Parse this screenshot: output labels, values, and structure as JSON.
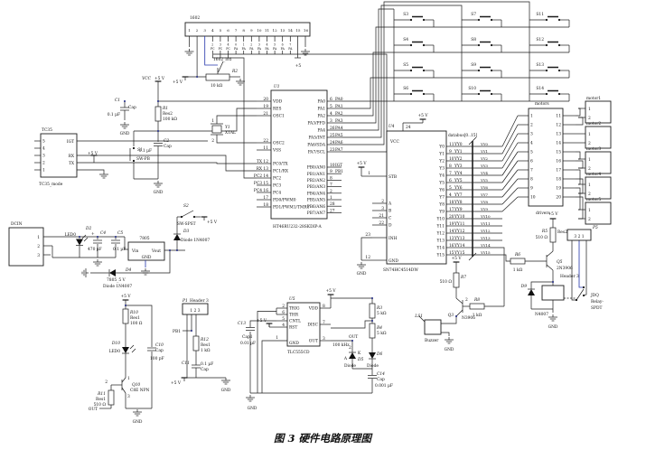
{
  "title": "图 3  硬件电路原理图",
  "colors": {
    "wire": "#1b1b1b",
    "accent_blue": "#2233aa",
    "text": "#111111"
  },
  "misc": {
    "supply": "+5 V",
    "gnd": "GND"
  },
  "lcd": {
    "ref": "1602",
    "net": "1602_lcd",
    "supply_right": "+5",
    "pot_ref": "R2",
    "pot_value": "10 kΩ",
    "pin_numbers": [
      "1",
      "2",
      "3",
      "4",
      "5",
      "6",
      "7",
      "8",
      "9",
      "10",
      "11",
      "12",
      "13",
      "14",
      "15",
      "16"
    ],
    "sub_row1": [
      "2",
      "3",
      "4",
      "0",
      "1",
      "2",
      "3",
      "4",
      "5",
      "6",
      "7"
    ],
    "sub_row2": [
      "PC",
      "PC",
      "PC",
      "PA",
      "PA",
      "PA",
      "PA",
      "PA",
      "PA",
      "PA",
      "PA"
    ]
  },
  "keypad": {
    "buttons": [
      "S3",
      "S4",
      "S5",
      "S6",
      "S7",
      "S8",
      "S9",
      "S10",
      "S11",
      "S12",
      "S13",
      "S14"
    ]
  },
  "tc35": {
    "ref": "TC35",
    "mode_label": "TC35_mode",
    "pins": [
      "5",
      "4",
      "3",
      "2",
      "1"
    ],
    "net_igt": "IGT",
    "net_rx": "RX",
    "net_tx": "TX"
  },
  "osc": {
    "vcc": "VCC",
    "c1_ref": "C1",
    "c1_name": "Cap",
    "c1_value": "0.1 µF",
    "r1_ref": "R1",
    "r1_name": "Res2",
    "r1_value": "100 kΩ",
    "s1_ref": "S1",
    "s1_name": "SW-PB",
    "c2_ref": "C2",
    "c2_name": "Cap",
    "c2_value": "0.1 µF",
    "y1_ref": "Y1",
    "y1_name": "XTAL",
    "y1_pin1": "1",
    "y1_pin2": "2"
  },
  "mcu": {
    "ref": "U1",
    "part": "HT46RU232-28SKDIP-A",
    "left_a": [
      {
        "num": "20",
        "name": "VDD"
      },
      {
        "num": "19",
        "name": "RES"
      },
      {
        "num": "21",
        "name": "OSC1"
      }
    ],
    "left_b": [
      {
        "num": "22",
        "name": "OSC2"
      },
      {
        "num": "11",
        "name": "VSS"
      }
    ],
    "left_c": [
      {
        "net": "TX",
        "num": "12",
        "name": "PC0/TX"
      },
      {
        "net": "RX",
        "num": "13",
        "name": "PC1/RX"
      },
      {
        "net": "PC2",
        "num": "14",
        "name": "PC2"
      },
      {
        "net": "PC3",
        "num": "15",
        "name": "PC3"
      },
      {
        "net": "PC4",
        "num": "16",
        "name": "PC4"
      },
      {
        "num": "17",
        "name": "PD0/PWM0"
      },
      {
        "num": "18",
        "name": "PD1/PWM1/TMR1"
      }
    ],
    "right_a": [
      {
        "name": "PA0",
        "num": "6",
        "net": "PA0"
      },
      {
        "name": "PA1",
        "num": "5",
        "net": "PA1"
      },
      {
        "name": "PA2",
        "num": "4",
        "net": "PA2"
      },
      {
        "name": "PA3/PFD",
        "num": "3",
        "net": "PA3"
      },
      {
        "name": "PA4",
        "num": "26",
        "net": "PA4"
      },
      {
        "name": "PA5/INT",
        "num": "25",
        "net": "PA5"
      },
      {
        "name": "PA6/SDA",
        "num": "24",
        "net": "PA6"
      },
      {
        "name": "PA7/SCL",
        "num": "23",
        "net": "PA7"
      }
    ],
    "right_b": [
      {
        "name": "PB0/AN0",
        "num": "10",
        "net": "IGT"
      },
      {
        "name": "PB1/AN1",
        "num": "9",
        "net": "PB1"
      },
      {
        "name": "PB2/AN2",
        "num": "8"
      },
      {
        "name": "PB3/AN3",
        "num": "7"
      },
      {
        "name": "PB4/AN4",
        "num": "2"
      },
      {
        "name": "PB5/AN5",
        "num": "1"
      },
      {
        "name": "PB6/AN6",
        "num": "28"
      },
      {
        "name": "PB7/AN7",
        "num": "27"
      }
    ]
  },
  "decoder": {
    "ref": "U4",
    "part": "SN74HC4514DW",
    "vcc_name": "VCC",
    "vcc_num": "24",
    "stb_name": "STB",
    "stb_num": "1",
    "inh_name": "INH",
    "inh_num": "23",
    "gnd_name": "GND",
    "gnd_num": "12",
    "inputs_abcd": [
      {
        "name": "A",
        "num": "2"
      },
      {
        "name": "B",
        "num": "3"
      },
      {
        "name": "C",
        "num": "21"
      },
      {
        "name": "D",
        "num": "22"
      }
    ],
    "outputs": [
      {
        "name": "Y0",
        "num": "11",
        "net": "YY0"
      },
      {
        "name": "Y1",
        "num": "9",
        "net": "YY1"
      },
      {
        "name": "Y2",
        "num": "10",
        "net": "YY2"
      },
      {
        "name": "Y3",
        "num": "8",
        "net": "YY3"
      },
      {
        "name": "Y4",
        "num": "7",
        "net": "YY4"
      },
      {
        "name": "Y5",
        "num": "6",
        "net": "YY5"
      },
      {
        "name": "Y6",
        "num": "5",
        "net": "YY6"
      },
      {
        "name": "Y7",
        "num": "4",
        "net": "YY7"
      },
      {
        "name": "Y8",
        "num": "18",
        "net": "YY8"
      },
      {
        "name": "Y9",
        "num": "17",
        "net": "YY9"
      },
      {
        "name": "Y10",
        "num": "20",
        "net": "YY10"
      },
      {
        "name": "Y11",
        "num": "19",
        "net": "YY11"
      },
      {
        "name": "Y12",
        "num": "14",
        "net": "YY12"
      },
      {
        "name": "Y13",
        "num": "13",
        "net": "YY13"
      },
      {
        "name": "Y14",
        "num": "16",
        "net": "YY14"
      },
      {
        "name": "Y15",
        "num": "15",
        "net": "YY15"
      }
    ]
  },
  "bus": {
    "label": "databus[0..15]",
    "nets": [
      "YY0",
      "YY1",
      "YY2",
      "YY3",
      "YY4",
      "YY5",
      "YY6",
      "YY7",
      "YY8",
      "YY9",
      "YY10",
      "YY11",
      "YY12",
      "YY13",
      "YY14",
      "YY15"
    ]
  },
  "drivers": {
    "ref": "motors",
    "label": "drivers",
    "left": [
      "1",
      "2",
      "3",
      "4",
      "5",
      "6",
      "7",
      "8",
      "9",
      "10"
    ],
    "right": [
      "11",
      "12",
      "13",
      "14",
      "15",
      "16",
      "17",
      "18",
      "19",
      "20"
    ]
  },
  "motors": [
    {
      "name": "motor1",
      "pin1": "1",
      "pin2": "2"
    },
    {
      "name": "motor2",
      "pin1": "1",
      "pin2": "2"
    },
    {
      "name": "motor3",
      "pin1": "1",
      "pin2": "2"
    },
    {
      "name": "motor4",
      "pin1": "1",
      "pin2": "2"
    },
    {
      "name": "motor5",
      "pin1": "1",
      "pin2": "2"
    }
  ],
  "power": {
    "dcin_ref": "DCIN",
    "pin1": "1",
    "pin2": "2",
    "pin3": "3",
    "led_ref": "D2",
    "led_name": "LED0",
    "c4_ref": "C4",
    "c4_value": "470 µF",
    "c5_ref": "C5",
    "c5_value": "0.1 µF",
    "reg_ref": "7805",
    "vin": "Vin",
    "vout": "Vout",
    "gnd": "GND",
    "s2_ref": "S2",
    "s2_name": "SW-SPST",
    "d3_ref": "D3",
    "d3_part": "Diode 1N4007",
    "d4_ref": "D4",
    "d4_net": "7805_5 V",
    "d4_part": "Diode 1N4007"
  },
  "buzzer": {
    "r7_ref": "R7",
    "r7_value": "510 Ω",
    "r8_ref": "R8",
    "r8_value": "1 kΩ",
    "q3_ref": "Q3",
    "q3_part": "N3906",
    "q3_pin": "2",
    "ls_ref": "LS1",
    "ls_name": "Buzzer"
  },
  "relay": {
    "r6_ref": "R6",
    "r6_value": "1 kΩ",
    "r5_ref": "R5",
    "r5_name": "Res2",
    "r5_value": "510 Ω",
    "q5_ref": "Q5",
    "q5_part": "2N3906",
    "p5_ref": "P5",
    "p5_pins": "3 2 1",
    "p5_name": "Header 3",
    "d9_ref": "D9",
    "d9_part": "N4007",
    "name1": "JDQ",
    "name2": "Relay-",
    "name3": "SPDT"
  },
  "led_driver": {
    "r10_ref": "R10",
    "r10_name": "Res1",
    "r10_value": "100 Ω",
    "d10_ref": "D10",
    "d10_name": "LED0",
    "c10_ref": "C10",
    "c10_name": "Cap",
    "c10_value": "100 pF",
    "q10_ref": "Q10",
    "q10_part": "C8E NPN",
    "pin1": "1",
    "pin2": "2",
    "pin3": "3",
    "r11_ref": "R11",
    "r11_name": "Res1",
    "r11_value": "510 Ω",
    "out_net": "OUT"
  },
  "header_p1": {
    "ref": "P1",
    "name": "Header 3",
    "pins": "1 2 3",
    "net": "PB1",
    "r_ref": "R12",
    "r_name": "Res1",
    "r_value": "1 kΩ",
    "c_ref": "C11",
    "c_name": "Cap",
    "c_value": "0.1 µF"
  },
  "timer": {
    "ref": "U5",
    "part": "TLC555CD",
    "gnd_name": "GND",
    "gnd_num": "1",
    "freq": "100 kHz",
    "out_net": "OUT",
    "out_pin": "2",
    "c13_ref": "C13",
    "c13_name": "Cap1",
    "c13_value": "0.01 µF",
    "r3_ref": "R3",
    "r3_value": "5 kΩ",
    "r4_ref": "R4",
    "r4_value": "5 kΩ",
    "d5_ref": "D5",
    "d5_name": "Diode",
    "d5_k": "K",
    "d5_a": "A",
    "d6_ref": "D6",
    "d6_name": "Diode",
    "c14_ref": "C14",
    "c14_name": "Cap",
    "c14_value": "0.001 µF",
    "pins_left": [
      {
        "name": "TRIG",
        "num": "2"
      },
      {
        "name": "THR",
        "num": "6"
      },
      {
        "name": "CNTL",
        "num": "5"
      },
      {
        "name": "RST",
        "num": "4"
      }
    ],
    "pins_right": [
      {
        "name": "VDD",
        "num": "8"
      },
      {
        "name": "DISC",
        "num": "7"
      },
      {
        "name": "OUT",
        "num": "3"
      }
    ]
  }
}
